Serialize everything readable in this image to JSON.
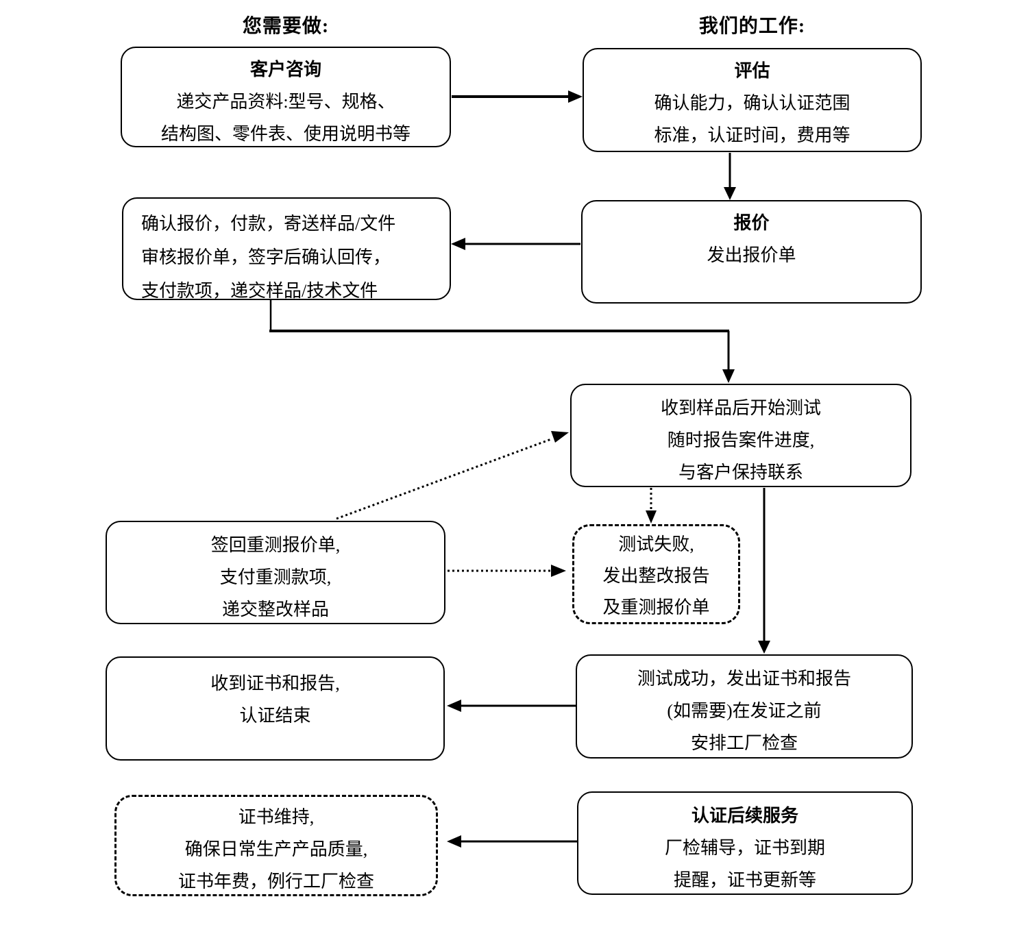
{
  "colors": {
    "ink": "#000000",
    "background": "#ffffff"
  },
  "headers": {
    "left": "您需要做:",
    "right": "我们的工作:"
  },
  "nodes": {
    "customer_inquiry": {
      "title": "客户咨询",
      "lines": [
        "递交产品资料:型号、规格、",
        "结构图、零件表、使用说明书等"
      ]
    },
    "evaluation": {
      "title": "评估",
      "lines": [
        "确认能力，确认认证范围",
        "标准，认证时间，费用等"
      ]
    },
    "confirm_quote": {
      "lines": [
        "确认报价，付款，寄送样品/文件",
        "审核报价单，签字后确认回传，",
        "支付款项，递交样品/技术文件"
      ]
    },
    "quotation": {
      "title": "报价",
      "lines": [
        "发出报价单"
      ]
    },
    "testing": {
      "lines": [
        "收到样品后开始测试",
        "随时报告案件进度,",
        "与客户保持联系"
      ]
    },
    "retest_sign": {
      "lines": [
        "签回重测报价单,",
        "支付重测款项,",
        "递交整改样品"
      ]
    },
    "test_fail": {
      "lines": [
        "测试失败,",
        "发出整改报告",
        "及重测报价单"
      ]
    },
    "test_success": {
      "lines": [
        "测试成功，发出证书和报告",
        "(如需要)在发证之前",
        "安排工厂检查"
      ]
    },
    "receive_cert": {
      "lines": [
        "收到证书和报告,",
        "认证结束"
      ]
    },
    "followup_service": {
      "title": "认证后续服务",
      "lines": [
        "厂检辅导，证书到期",
        "提醒，证书更新等"
      ]
    },
    "cert_maintain": {
      "lines": [
        "证书维持,",
        "确保日常生产产品质量,",
        "证书年费，例行工厂检查"
      ]
    }
  },
  "edges": [
    {
      "from": "customer_inquiry",
      "to": "evaluation",
      "style": "solid"
    },
    {
      "from": "evaluation",
      "to": "quotation",
      "style": "solid"
    },
    {
      "from": "quotation",
      "to": "confirm_quote",
      "style": "solid"
    },
    {
      "from": "confirm_quote",
      "to": "testing",
      "style": "solid-elbow"
    },
    {
      "from": "testing",
      "to": "test_fail",
      "style": "dotted"
    },
    {
      "from": "testing",
      "to": "test_success",
      "style": "solid"
    },
    {
      "from": "retest_sign",
      "to": "test_fail",
      "style": "dotted"
    },
    {
      "from": "retest_sign",
      "to": "testing",
      "style": "dotted"
    },
    {
      "from": "test_success",
      "to": "receive_cert",
      "style": "solid"
    },
    {
      "from": "followup_service",
      "to": "cert_maintain",
      "style": "solid"
    }
  ]
}
